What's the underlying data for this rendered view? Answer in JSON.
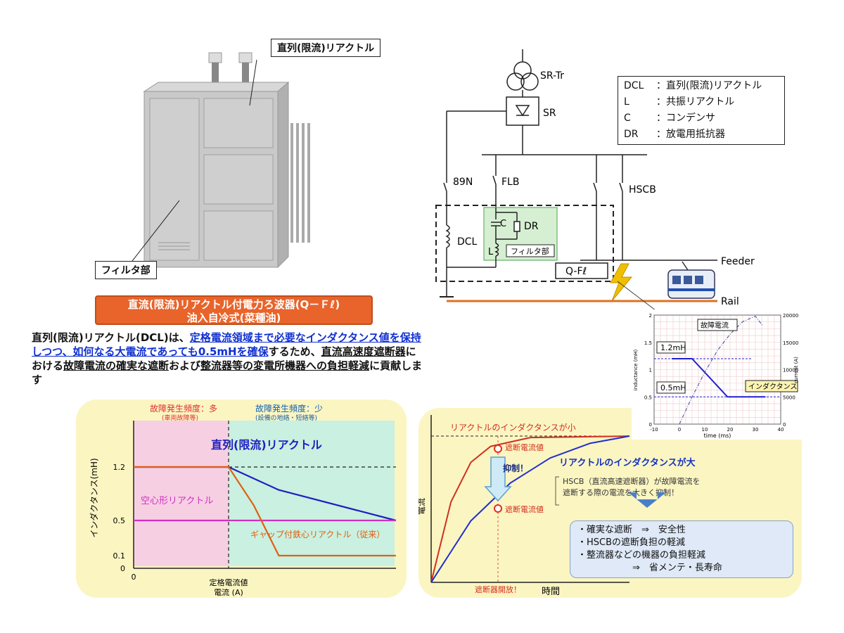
{
  "photo": {
    "callout_reactor": "直列(限流)リアクトル",
    "callout_filter": "フィルタ部"
  },
  "product_title": {
    "line1": "直流(限流)リアクトル付電力ろ波器(Q－Ｆℓ)",
    "line2": "油入自冷式(菜種油)"
  },
  "description": {
    "part1": "直列(限流)リアクトル(DCL)は、",
    "part2_blue": "定格電流領域まで必要なインダクタンス値を保持しつつ、如何なる大電流であっても0.5mHを確保",
    "part3": "するため、",
    "part4_ul": "直流高速度遮断器",
    "part5": "における",
    "part6_ul": "故障電流の確実な遮断",
    "part7": "および",
    "part8_ul": "整流器等の変電所機器への負担軽減",
    "part9": "に貢献します"
  },
  "circuit": {
    "labels": {
      "transformer": "SR-Tr",
      "rectifier": "SR",
      "switch_89n": "89N",
      "switch_flb": "FLB",
      "breaker": "HSCB",
      "dcl": "DCL",
      "c": "C",
      "dr": "DR",
      "l": "L",
      "filter_tag": "フィルタ部",
      "qfl": "Q-Fℓ",
      "feeder": "Feeder",
      "rail": "Rail"
    },
    "legend": [
      {
        "key": "DCL",
        "value": "：直列(限流)リアクトル"
      },
      {
        "key": "L",
        "value": "：共振リアクトル"
      },
      {
        "key": "C",
        "value": "：コンデンサ"
      },
      {
        "key": "DR",
        "value": "：放電用抵抗器"
      }
    ],
    "colors": {
      "rail": "#e07020",
      "filter_fill": "#d6efd2",
      "fault": "#f0c000"
    }
  },
  "chart_data": [
    {
      "type": "line",
      "title": "",
      "xlabel": "time (ms)",
      "ylabel": "inductance (mH)",
      "y2label": "current (A)",
      "xlim": [
        -10,
        40
      ],
      "ylim": [
        0,
        2
      ],
      "y2lim": [
        0,
        20000
      ],
      "x_ticks": [
        "-10",
        "0",
        "10",
        "20",
        "30",
        "40"
      ],
      "y_ticks": [
        "0",
        "0.5",
        "1",
        "1.5",
        "2"
      ],
      "y2_ticks": [
        "0",
        "5000",
        "10000",
        "15000",
        "20000"
      ],
      "annotations": [
        "1.2mH",
        "0.5mH",
        "故障電流",
        "インダクタンス"
      ],
      "series": [
        {
          "name": "インダクタンス",
          "color": "#2020d0",
          "x": [
            -3,
            5,
            19,
            34
          ],
          "y": [
            1.2,
            1.2,
            0.5,
            0.5
          ]
        },
        {
          "name": "故障電流",
          "color": "#6060a0",
          "x": [
            0,
            5,
            10,
            15,
            20,
            25,
            30,
            33
          ],
          "y": [
            0,
            5000,
            9500,
            13500,
            16500,
            18800,
            19800,
            18000
          ]
        }
      ]
    },
    {
      "type": "line",
      "title": "",
      "xlabel": "電流 (A)",
      "ylabel": "インダクタンス(mH)",
      "x_tick_label": "定格電流値",
      "y_ticks": [
        "0",
        "0.1",
        "0.5",
        "1.2"
      ],
      "x_ticks": [
        "0"
      ],
      "region_labels": [
        {
          "text": "故障発生頻度：多",
          "sub": "(車両故障等)",
          "color": "#e03030"
        },
        {
          "text": "故障発生頻度：少",
          "sub": "(設備の地絡・短絡等)",
          "color": "#1060b0"
        }
      ],
      "region_colors": [
        "#f7cfe3",
        "#c9f0e0"
      ],
      "series": [
        {
          "name": "直列(限流)リアクトル",
          "color": "#2020c0",
          "x": [
            0,
            1,
            1.3,
            2.0
          ],
          "y": [
            1.2,
            1.2,
            0.9,
            0.5
          ]
        },
        {
          "name": "空心形リアクトル",
          "color": "#d030c0",
          "x": [
            0,
            2.0
          ],
          "y": [
            0.5,
            0.5
          ]
        },
        {
          "name": "ギャップ付鉄心リアクトル（従来）",
          "color": "#e06010",
          "x": [
            0,
            1,
            1.15,
            1.3,
            2.0
          ],
          "y": [
            1.2,
            1.2,
            0.7,
            0.1,
            0.1
          ]
        }
      ]
    },
    {
      "type": "line",
      "title": "",
      "xlabel": "時間",
      "ylabel": "電流",
      "x_marker": "遮断器開放！",
      "annotations": [
        "リアクトルのインダクタンスが小",
        "リアクトルのインダクタンスが大",
        "遮断電流値",
        "遮断電流値",
        "抑制！"
      ],
      "series": [
        {
          "name": "リアクトルのインダクタンスが小",
          "color": "#d03020",
          "x": [
            0,
            0.1,
            0.2,
            0.3,
            0.5,
            1.0
          ],
          "y": [
            0,
            0.55,
            0.82,
            0.93,
            0.99,
            1.0
          ]
        },
        {
          "name": "リアクトルのインダクタンスが大",
          "color": "#2030d0",
          "x": [
            0,
            0.2,
            0.4,
            0.6,
            0.8,
            1.0
          ],
          "y": [
            0,
            0.42,
            0.68,
            0.85,
            0.95,
            1.0
          ]
        }
      ]
    }
  ],
  "right_panel": {
    "hscb_note_line1": "HSCB（直流高速遮断器）が故障電流を",
    "hscb_note_line2": "遮断する際の電流を大きく抑制！",
    "bullets": [
      "・確実な遮断　⇒　安全性",
      "・HSCBの遮断負担の軽減",
      "・整流器などの機器の負担軽減",
      "　　　　　　⇒　省メンテ・長寿命"
    ]
  }
}
